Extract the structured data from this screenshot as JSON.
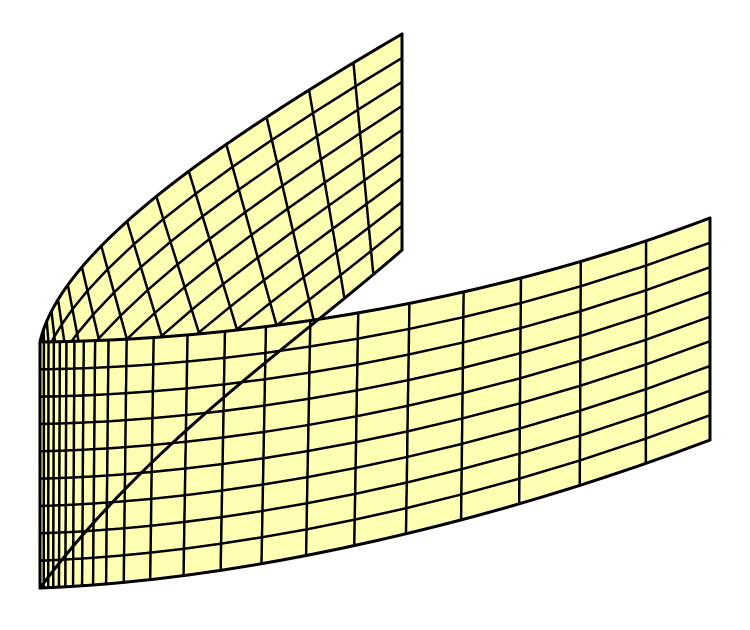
{
  "diagram": {
    "kind": "3d-parametric-surface-mesh",
    "shape": "folded-strip-u-bend",
    "mesh_columns": 24,
    "mesh_rows": 9,
    "colors": {
      "face_fill": "#FFFFB3",
      "grid_line": "#000000",
      "background": "#FFFFFF"
    }
  }
}
